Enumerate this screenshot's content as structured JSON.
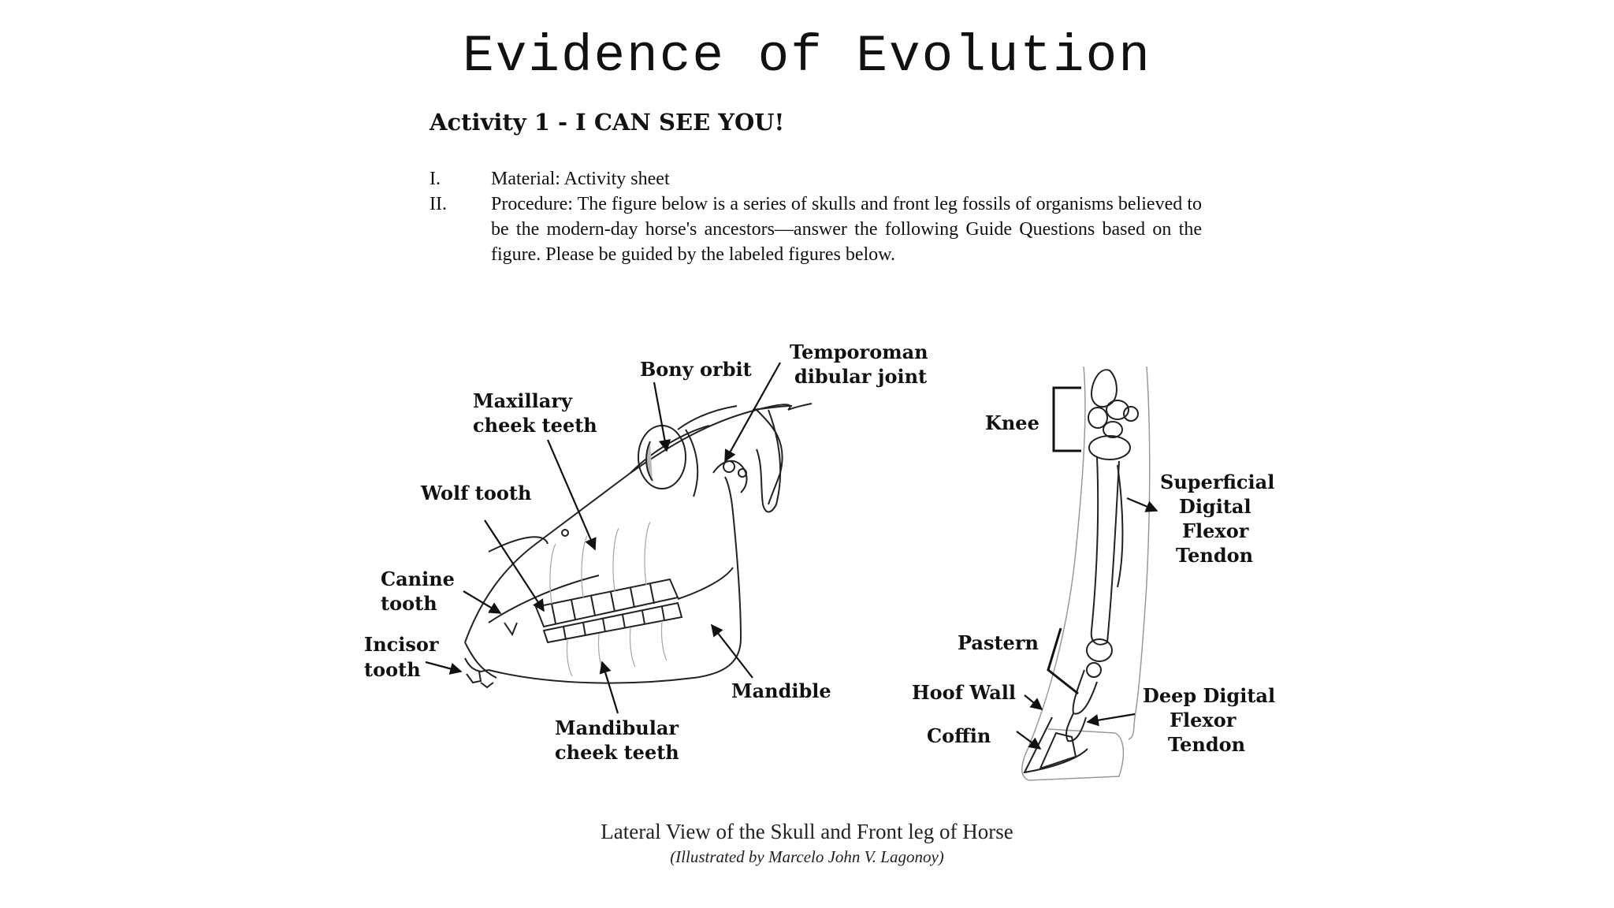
{
  "title": "Evidence of Evolution",
  "activity": {
    "heading": "Activity 1 - I CAN SEE YOU!",
    "items": [
      {
        "num": "I.",
        "text": "Material: Activity sheet"
      },
      {
        "num": "II.",
        "text": "Procedure: The figure below is a series of skulls and front leg fossils of organisms believed to be the modern-day horse's ancestors—answer the following Guide Questions based on the figure. Please be guided by the labeled figures below."
      }
    ]
  },
  "skull_labels": {
    "bony_orbit": "Bony orbit",
    "tmj_line1": "Temporoman",
    "tmj_line2": "dibular joint",
    "maxillary_line1": "Maxillary",
    "maxillary_line2": "cheek teeth",
    "wolf_tooth": "Wolf tooth",
    "canine_line1": "Canine",
    "canine_line2": "tooth",
    "incisor_line1": "Incisor",
    "incisor_line2": "tooth",
    "mandible": "Mandible",
    "mandibular_line1": "Mandibular",
    "mandibular_line2": "cheek teeth"
  },
  "leg_labels": {
    "knee": "Knee",
    "sdft_line1": "Superficial",
    "sdft_line2": "Digital",
    "sdft_line3": "Flexor",
    "sdft_line4": "Tendon",
    "pastern": "Pastern",
    "hoof_wall": "Hoof Wall",
    "coffin": "Coffin",
    "ddft_line1": "Deep Digital",
    "ddft_line2": "Flexor",
    "ddft_line3": "Tendon"
  },
  "caption": "Lateral View of the Skull and Front leg of Horse",
  "credit": "(Illustrated by Marcelo John V. Lagonoy)"
}
